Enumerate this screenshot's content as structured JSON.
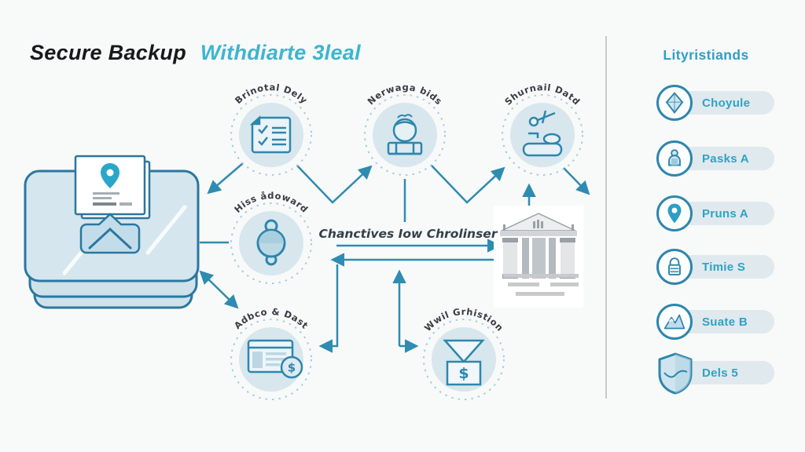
{
  "header": {
    "title_black": "Secure Backup",
    "title_teal": "Withdiarte 3leal"
  },
  "center_label": "Chanctives Iow Chrolinser",
  "nodes": {
    "top1": {
      "label": "Brinotal Dely",
      "icon": "checklist-icon"
    },
    "top2": {
      "label": "Nerwaga bids",
      "icon": "person-icon"
    },
    "top3": {
      "label": "Shurnail Datd",
      "icon": "sword-tray-icon"
    },
    "mid": {
      "label": "Hiss ådoward",
      "icon": "pendant-icon"
    },
    "bottom1": {
      "label": "Adbco & Dast",
      "icon": "browser-dollar-icon",
      "badge": "$"
    },
    "bottom2": {
      "label": "Wwil Grhistion",
      "icon": "funnel-dollar-icon",
      "badge": "$"
    }
  },
  "sidebar": {
    "title": "Lityristiands",
    "items": [
      {
        "label": "Choyule",
        "icon": "gem-icon"
      },
      {
        "label": "Pasks A",
        "icon": "figure-icon"
      },
      {
        "label": "Pruns A",
        "icon": "map-pin-icon"
      },
      {
        "label": "Timie S",
        "icon": "padlock-icon"
      },
      {
        "label": "Suate B",
        "icon": "mountain-icon"
      },
      {
        "label": "Dels 5",
        "icon": "shield-icon"
      }
    ]
  },
  "colors": {
    "background": "#f8f9f9",
    "accent_teal": "#3cb6cd",
    "arrow_blue": "#2e8cb0",
    "node_fill": "#d7e7ed",
    "icon_stroke": "#2e86ad",
    "sidebar_text": "#2da3c6",
    "pill_bg": "#e0e9ed",
    "bank_gray": "#b4b9bf"
  }
}
